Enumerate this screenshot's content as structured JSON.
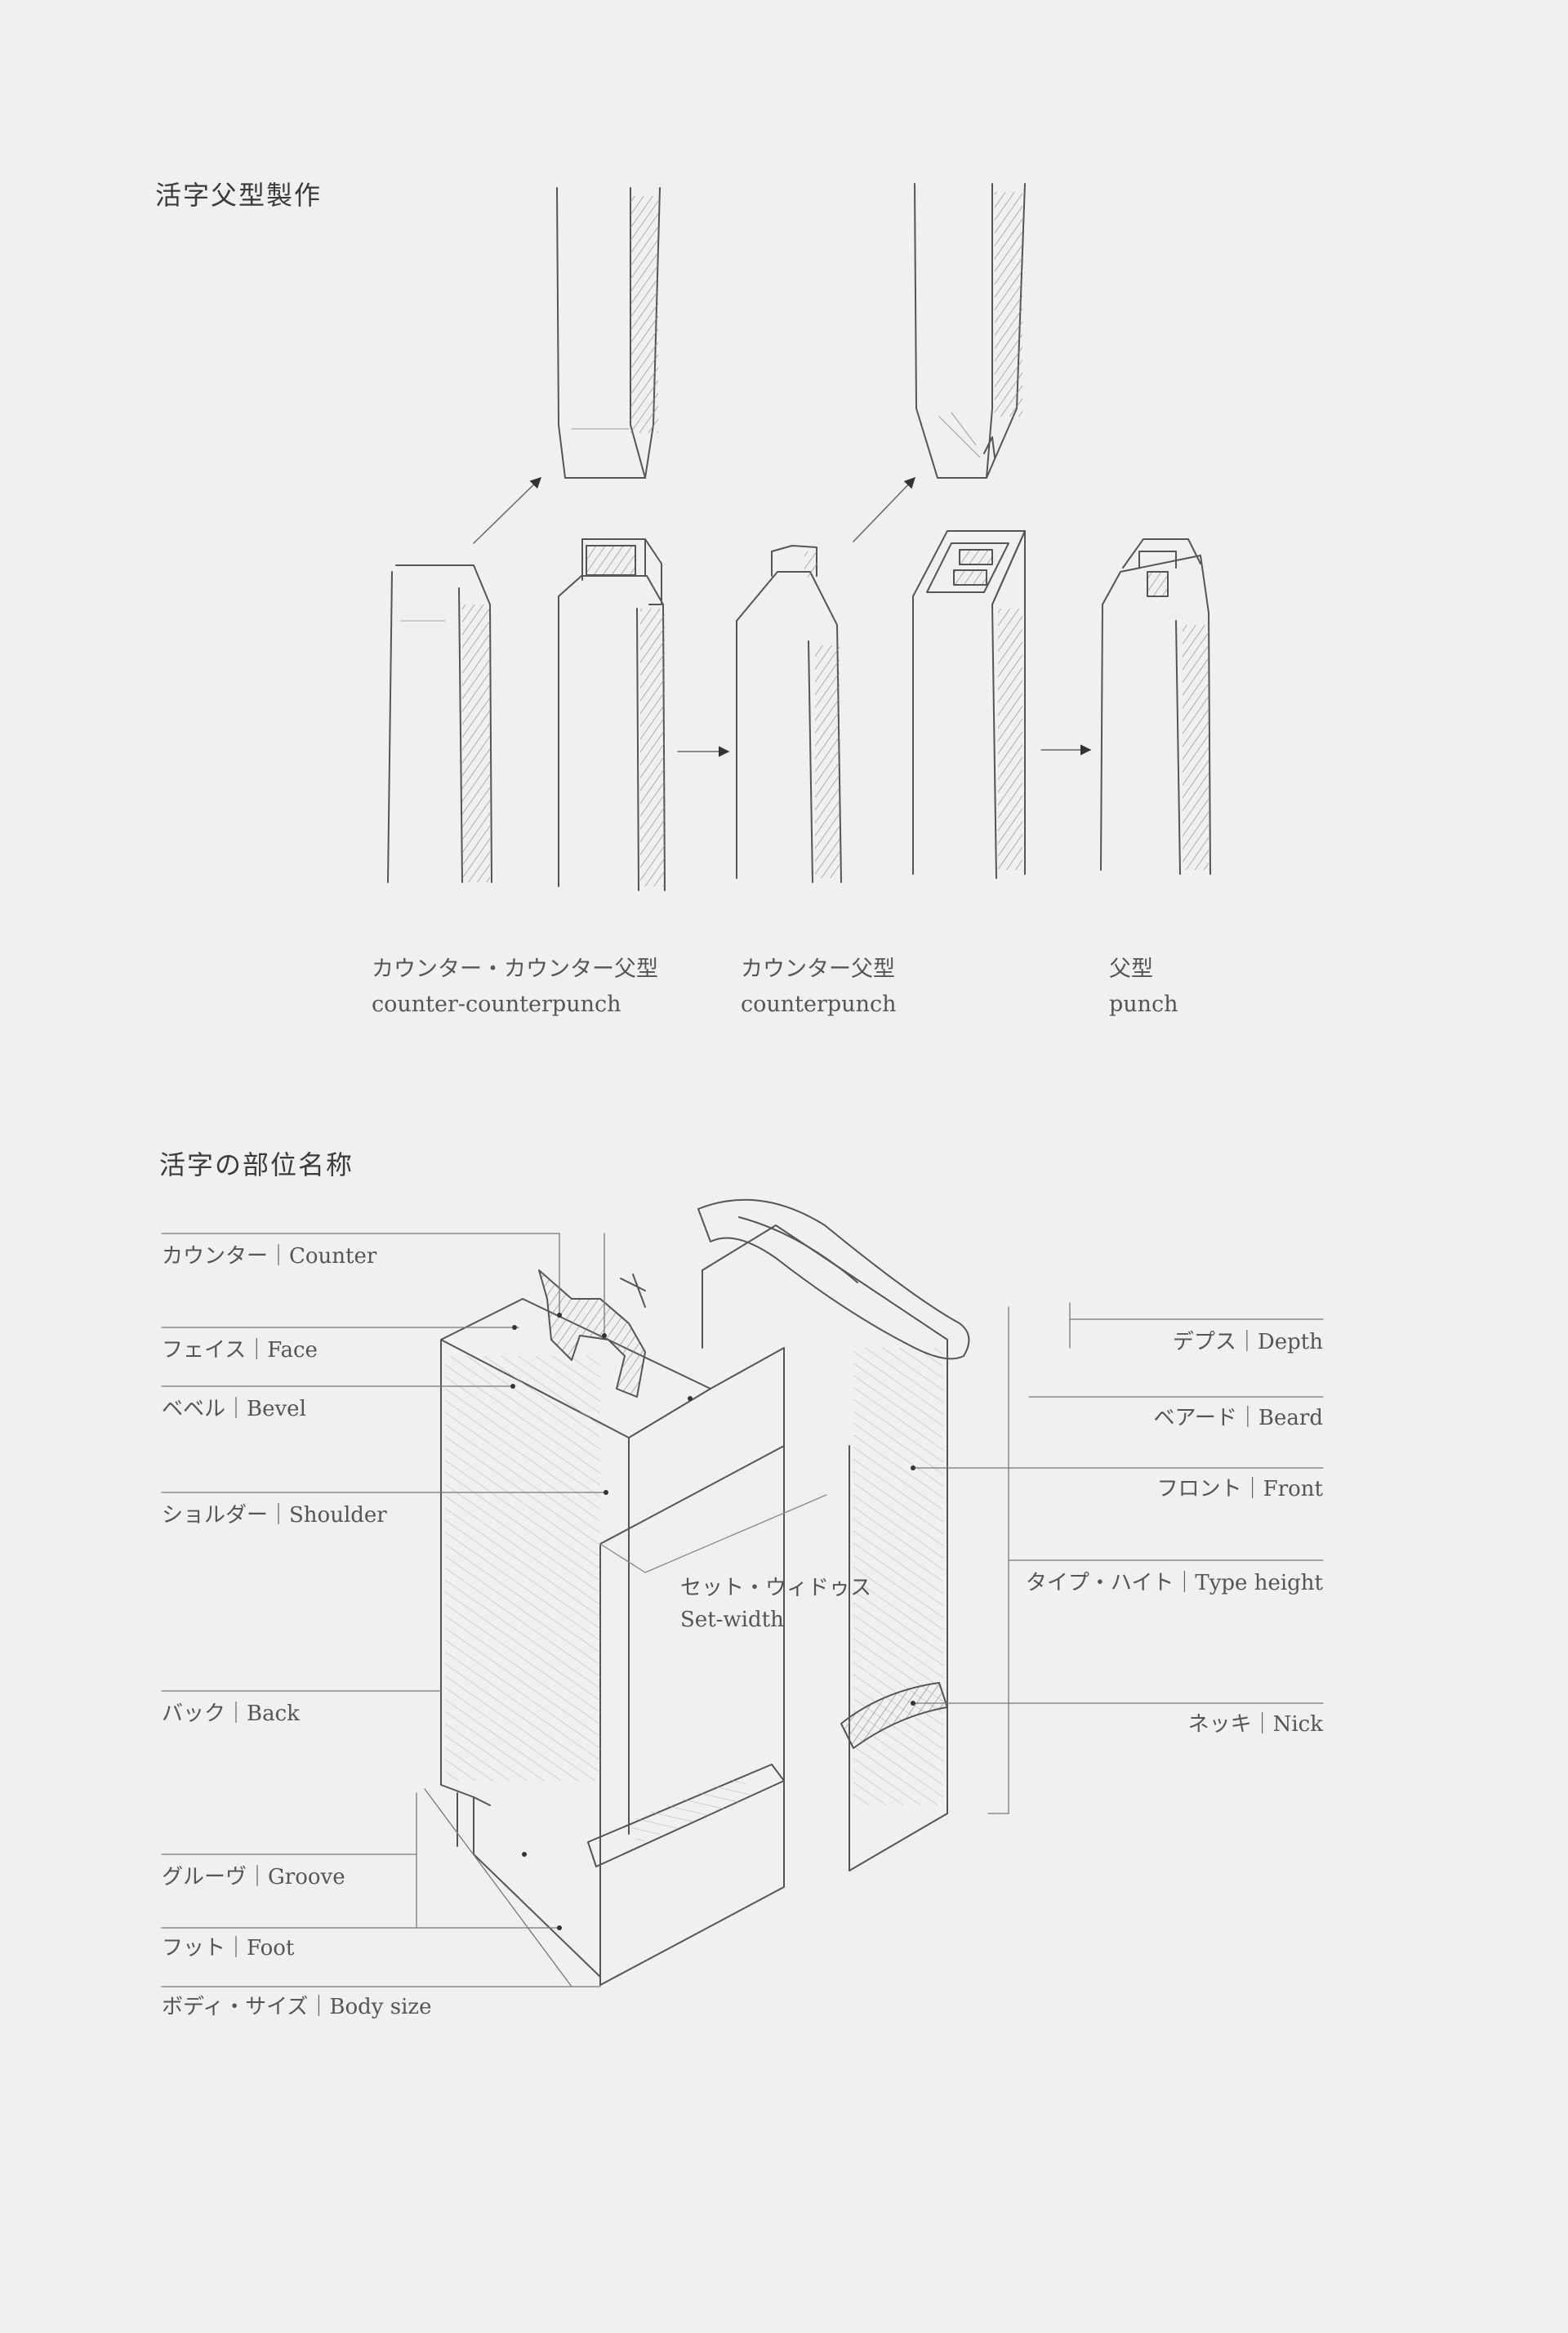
{
  "section1": {
    "title": "活字父型製作",
    "captions": [
      {
        "jp": "カウンター・カウンター父型",
        "en": "counter-counterpunch"
      },
      {
        "jp": "カウンター父型",
        "en": "counterpunch"
      },
      {
        "jp": "父型",
        "en": "punch"
      }
    ]
  },
  "section2": {
    "title": "活字の部位名称",
    "left_labels": [
      "カウンター｜Counter",
      "フェイス｜Face",
      "ベベル｜Bevel",
      "ショルダー｜Shoulder",
      "バック｜Back",
      "グルーヴ｜Groove",
      "フット｜Foot",
      "ボディ・サイズ｜Body size"
    ],
    "right_labels": [
      "デプス｜Depth",
      "ベアード｜Beard",
      "フロント｜Front",
      "タイプ・ハイト｜Type height",
      "ネッキ｜Nick"
    ],
    "center_label": {
      "jp": "セット・ウィドゥス",
      "en": "Set-width"
    }
  }
}
